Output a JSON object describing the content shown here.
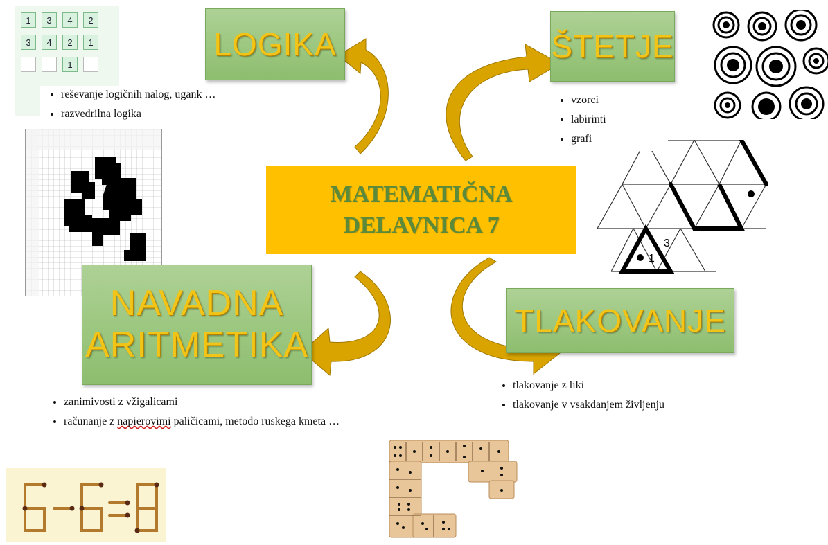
{
  "center": {
    "line1": "MATEMATIČNA",
    "line2": "DELAVNICA 7"
  },
  "topics": {
    "logika": {
      "label": "LOGIKA",
      "items": [
        "reševanje logičnih nalog, ugank …",
        "razvedrilna logika"
      ]
    },
    "stetje": {
      "label": "ŠTETJE",
      "items": [
        "vzorci",
        "labirinti",
        "grafi"
      ]
    },
    "aritmetika": {
      "label1": "NAVADNA",
      "label2": "ARITMETIKA",
      "items": [
        "zanimivosti z vžigalicami"
      ],
      "item2_part1": "računanje z ",
      "item2_word": "napierovimi",
      "item2_part2": " paličicami, metodo ruskega kmeta …"
    },
    "tlakovanje": {
      "label": "TLAKOVANJE",
      "items": [
        "tlakovanje z liki",
        "tlakovanje v vsakdanjem življenju"
      ]
    }
  },
  "images": {
    "number_grid": [
      "1",
      "3",
      "4",
      "2",
      "3",
      "4",
      "2",
      "1",
      "",
      "",
      "1",
      ""
    ],
    "triangle_labels": [
      "1",
      "3"
    ],
    "matchstick_equation": "6-6=8"
  },
  "colors": {
    "center_fill": "#ffc000",
    "topic_fill": "#9cc77f",
    "topic_text": "#f2c417",
    "arrow": "#d9a400"
  }
}
